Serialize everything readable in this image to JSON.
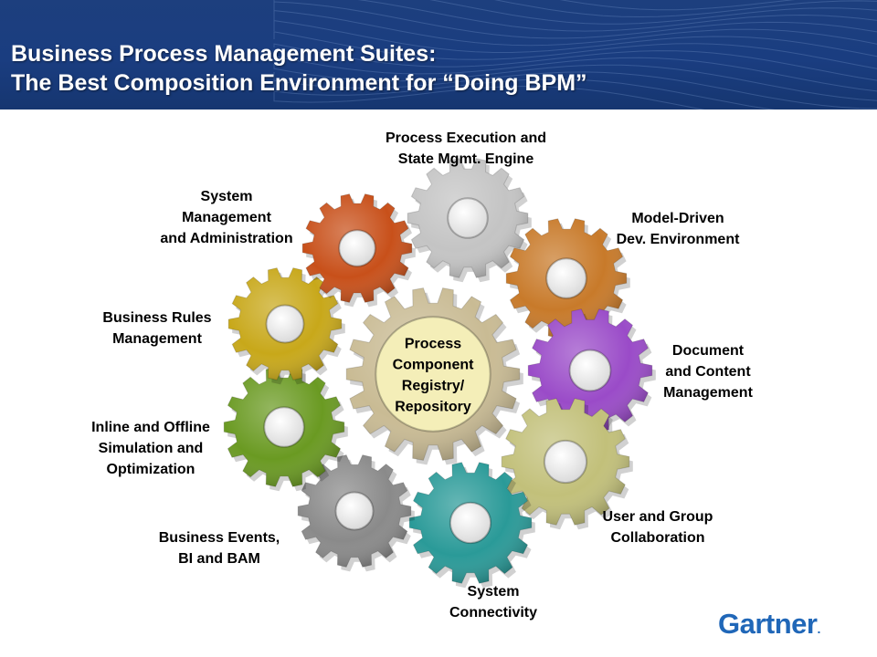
{
  "title": {
    "line1": "Business Process Management Suites:",
    "line2": "The Best Composition Environment for “Doing BPM”"
  },
  "center": {
    "lines": [
      "Process",
      "Component",
      "Registry/",
      "Repository"
    ],
    "color": "#c9bb94",
    "inner_color": "#f4eeb8"
  },
  "components": [
    {
      "id": "process-execution",
      "lines": [
        "Process Execution and",
        "State Mgmt. Engine"
      ],
      "color": "#c4c4c4"
    },
    {
      "id": "model-driven",
      "lines": [
        "Model-Driven",
        "Dev. Environment"
      ],
      "color": "#c87a2a"
    },
    {
      "id": "document-content",
      "lines": [
        "Document",
        "and Content",
        "Management"
      ],
      "color": "#9a4bc8"
    },
    {
      "id": "user-group-collaboration",
      "lines": [
        "User and Group",
        "Collaboration"
      ],
      "color": "#c2c07a"
    },
    {
      "id": "system-connectivity",
      "lines": [
        "System",
        "Connectivity"
      ],
      "color": "#2a9a98"
    },
    {
      "id": "business-events",
      "lines": [
        "Business Events,",
        "BI and BAM"
      ],
      "color": "#8a8a8a"
    },
    {
      "id": "simulation-optimization",
      "lines": [
        "Inline and Offline",
        "Simulation and",
        "Optimization"
      ],
      "color": "#6a9a22"
    },
    {
      "id": "business-rules",
      "lines": [
        "Business Rules",
        "Management"
      ],
      "color": "#c8a81a"
    },
    {
      "id": "system-management",
      "lines": [
        "System",
        "Management",
        "and Administration"
      ],
      "color": "#c8501a"
    }
  ],
  "logo": {
    "text": "Gartner",
    "mark": ".",
    "color": "#2067b8"
  },
  "header_color": "#1d3f7e"
}
